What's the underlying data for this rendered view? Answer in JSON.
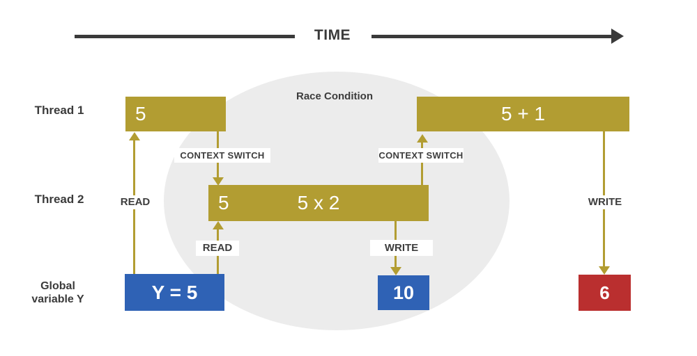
{
  "timeline": {
    "label": "TIME"
  },
  "annotation": {
    "race_condition": "Race Condition"
  },
  "threads": {
    "thread1": {
      "label": "Thread 1",
      "segment1_value": "5",
      "segment2_value": "5 + 1"
    },
    "thread2": {
      "label": "Thread 2",
      "segment_value": "5",
      "segment_operation": "5 x 2"
    }
  },
  "global_variable": {
    "label_line1": "Global",
    "label_line2": "variable Y",
    "initial_value": "Y = 5",
    "intermediate_value": "10",
    "final_value": "6"
  },
  "operations": {
    "read_thread1": "READ",
    "context_switch_1": "CONTEXT SWITCH",
    "read_thread2": "READ",
    "write_thread2": "WRITE",
    "context_switch_2": "CONTEXT SWITCH",
    "write_thread1": "WRITE"
  },
  "colors": {
    "thread_bar_gold": "#b29d32",
    "value_box_blue": "#2f62b5",
    "value_box_red": "#ba2f2f",
    "timeline_dark": "#3a3a3a",
    "ellipse_gray": "#ececec"
  }
}
